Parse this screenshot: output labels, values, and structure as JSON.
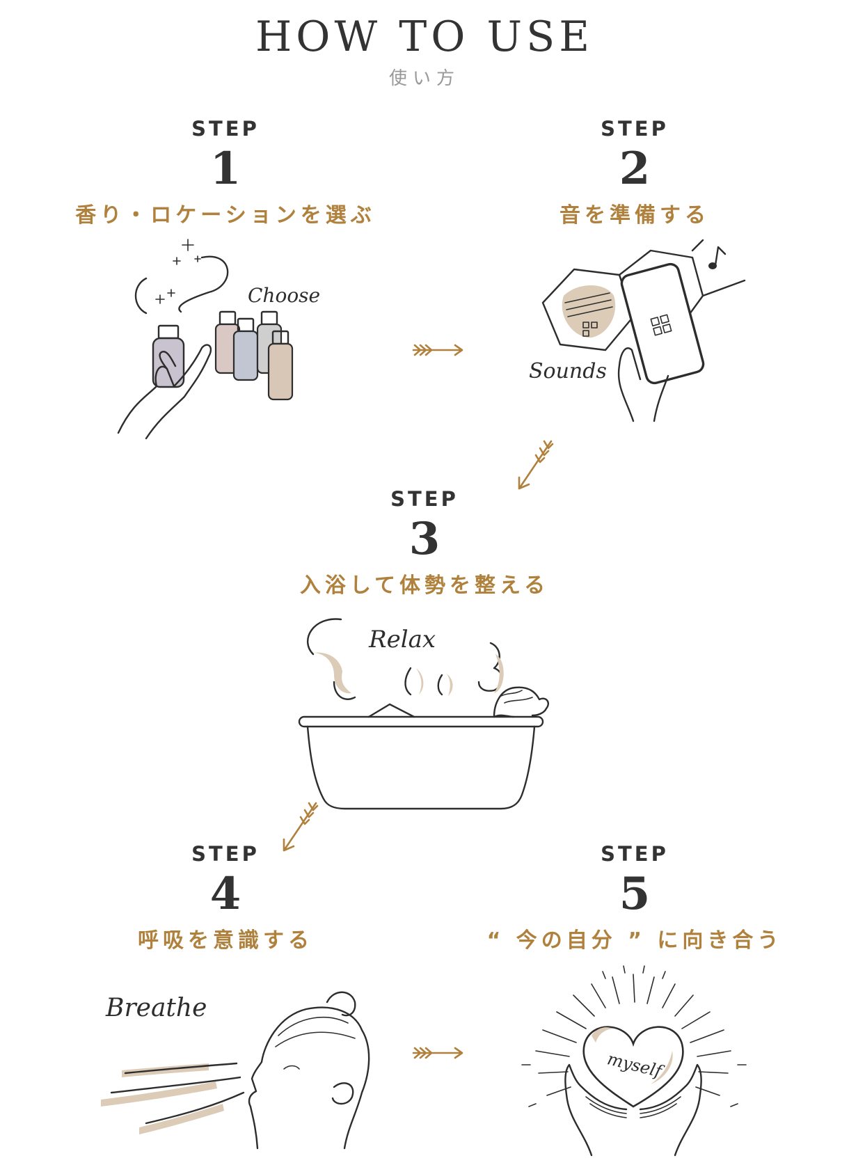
{
  "header": {
    "title": "HOW TO USE",
    "subtitle": "使い方"
  },
  "steps": [
    {
      "label": "STEP",
      "number": "1",
      "title": "香り・ロケーションを選ぶ",
      "illustration_word": "Choose"
    },
    {
      "label": "STEP",
      "number": "2",
      "title": "音を準備する",
      "illustration_word": "Sounds"
    },
    {
      "label": "STEP",
      "number": "3",
      "title": "入浴して体勢を整える",
      "illustration_word": "Relax"
    },
    {
      "label": "STEP",
      "number": "4",
      "title": "呼吸を意識する",
      "illustration_word": "Breathe"
    },
    {
      "label": "STEP",
      "number": "5",
      "title": "“ 今の自分 ” に向き合う",
      "illustration_word": "myself"
    }
  ],
  "colors": {
    "accent": "#b0813c",
    "text": "#2d2d2d",
    "muted": "#999999",
    "beige": "#dccbb6"
  },
  "icons": [
    "arrow-right-icon",
    "arrow-down-left-icon",
    "music-note-icon",
    "qr-code-icon",
    "sparkle-icon"
  ]
}
